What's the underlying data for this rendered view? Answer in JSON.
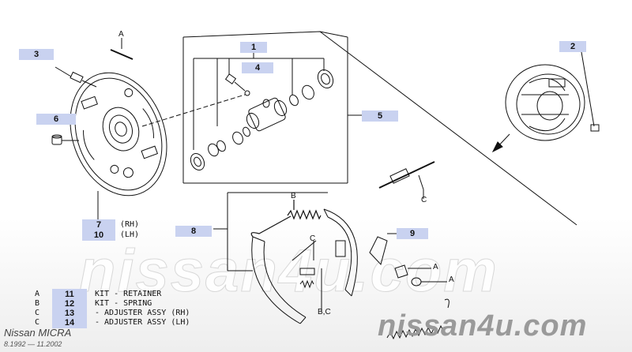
{
  "callouts": {
    "c1": "1",
    "c2": "2",
    "c3": "3",
    "c4": "4",
    "c5": "5",
    "c6": "6",
    "c7": "7",
    "c8": "8",
    "c9": "9",
    "c10": "10",
    "c11": "11",
    "c12": "12",
    "c13": "13",
    "c14": "14"
  },
  "side_labels": {
    "rh": "(RH)",
    "lh": "(LH)"
  },
  "letters": {
    "a": "A",
    "b": "B",
    "c": "C",
    "bc": "B,C"
  },
  "legend": [
    {
      "key": "A",
      "num": "11",
      "text": "KIT - RETAINER"
    },
    {
      "key": "B",
      "num": "12",
      "text": "KIT - SPRING"
    },
    {
      "key": "C",
      "num": "13",
      "text": "- ADJUSTER ASSY (RH)"
    },
    {
      "key": "C",
      "num": "14",
      "text": "- ADJUSTER ASSY (LH)"
    }
  ],
  "footer": {
    "model": "Nissan MICRA",
    "dates": "8.1992 — 11.2002"
  },
  "watermark": {
    "big": "nissan4u.com",
    "small": "nissan4u.com"
  },
  "colors": {
    "callout_bg": "#c9d2f0",
    "line": "#111111"
  }
}
